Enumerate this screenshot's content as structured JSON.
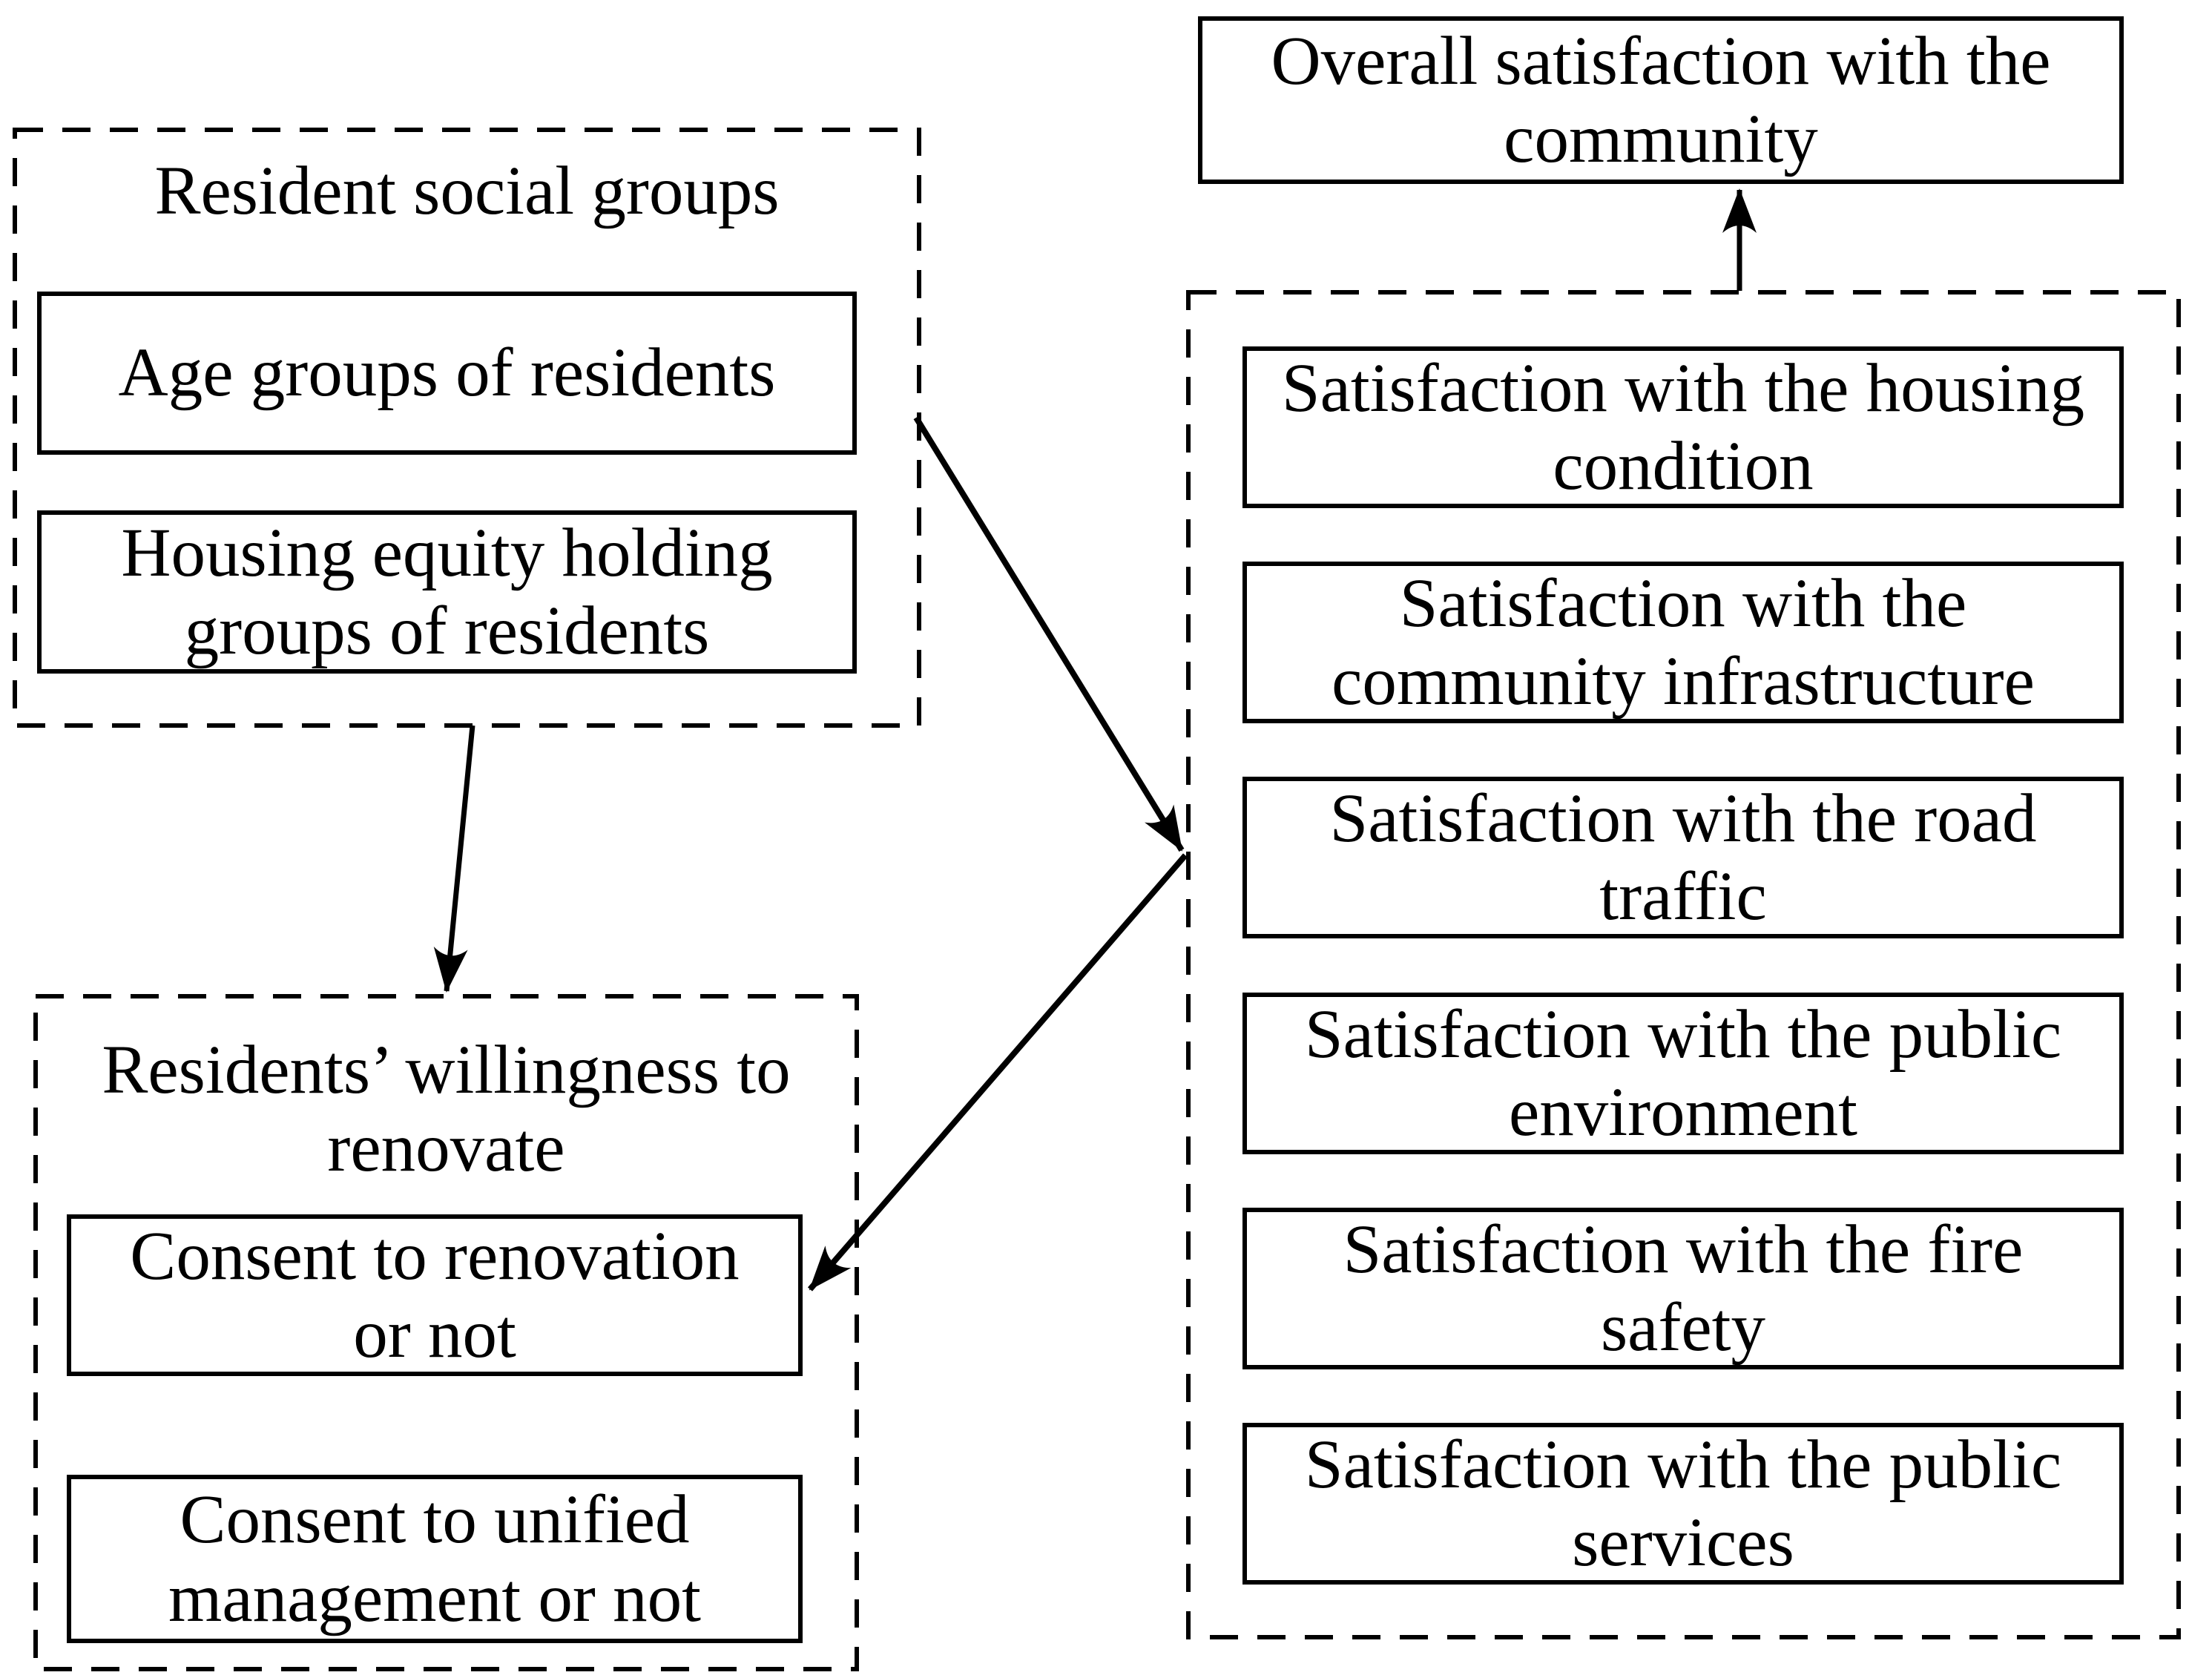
{
  "colors": {
    "ink": "#000000",
    "background": "#ffffff"
  },
  "overall": {
    "label": "Overall satisfaction with the community"
  },
  "resident_social_groups": {
    "title": "Resident social groups",
    "items": [
      {
        "label": "Age groups of residents"
      },
      {
        "label": "Housing equity holding groups of residents"
      }
    ]
  },
  "willingness": {
    "title": "Residents’ willingness to renovate",
    "items": [
      {
        "label": "Consent to renovation or not"
      },
      {
        "label": "Consent to unified management or not"
      }
    ]
  },
  "satisfaction": {
    "items": [
      {
        "label": "Satisfaction with the housing condition"
      },
      {
        "label": "Satisfaction with the community infrastructure"
      },
      {
        "label": "Satisfaction with the road traffic"
      },
      {
        "label": "Satisfaction with the public environment"
      },
      {
        "label": "Satisfaction with the fire safety"
      },
      {
        "label": "Satisfaction with the public services"
      }
    ]
  },
  "arrows": [
    {
      "name": "social-groups-to-willingness",
      "from": "resident_social_groups",
      "to": "willingness"
    },
    {
      "name": "social-groups-to-satisfaction",
      "from": "resident_social_groups",
      "to": "satisfaction"
    },
    {
      "name": "satisfaction-to-willingness",
      "from": "satisfaction",
      "to": "willingness"
    },
    {
      "name": "satisfaction-to-overall",
      "from": "satisfaction",
      "to": "overall"
    }
  ]
}
